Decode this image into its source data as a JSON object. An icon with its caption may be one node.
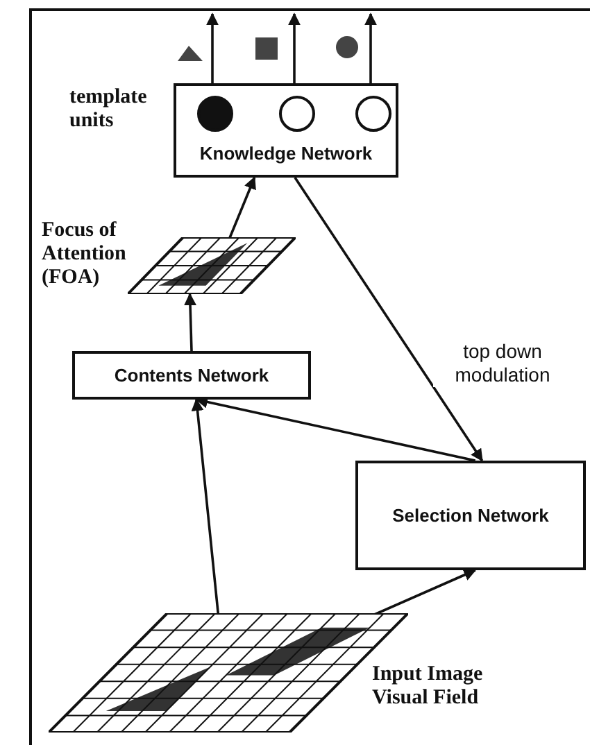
{
  "diagram": {
    "nodes": [
      {
        "text": [
          "Knowledge Network"
        ],
        "beside": [
          "template units"
        ]
      },
      {
        "text": [],
        "shape": "circle",
        "in": 0
      },
      {
        "text": [],
        "shape": "circle",
        "in": 0
      },
      {
        "text": [],
        "shape": "circle",
        "in": 0
      },
      {
        "text": [],
        "shape": "picture",
        "beside": [
          "Focus of Attention (FOA)"
        ]
      },
      {
        "text": [
          "Contents Network"
        ]
      },
      {
        "text": [
          "Selection Network"
        ]
      },
      {
        "text": [],
        "shape": "picture",
        "beside": [
          "Input Image Visual Field"
        ]
      }
    ],
    "edges": [
      {
        "from": 1,
        "to": null,
        "arrow": "to"
      },
      {
        "from": 2,
        "to": null,
        "arrow": "to"
      },
      {
        "from": 3,
        "to": null,
        "arrow": "to"
      },
      {
        "from": 4,
        "to": 0,
        "arrow": "to"
      },
      {
        "from": 5,
        "to": 4,
        "arrow": "to"
      },
      {
        "from": 0,
        "to": 6,
        "arrow": "to",
        "label": "top down modulation"
      },
      {
        "from": 6,
        "to": 5,
        "arrow": "to"
      },
      {
        "from": 7,
        "to": 5,
        "arrow": "to"
      },
      {
        "from": 7,
        "to": 6,
        "arrow": "to"
      }
    ]
  }
}
